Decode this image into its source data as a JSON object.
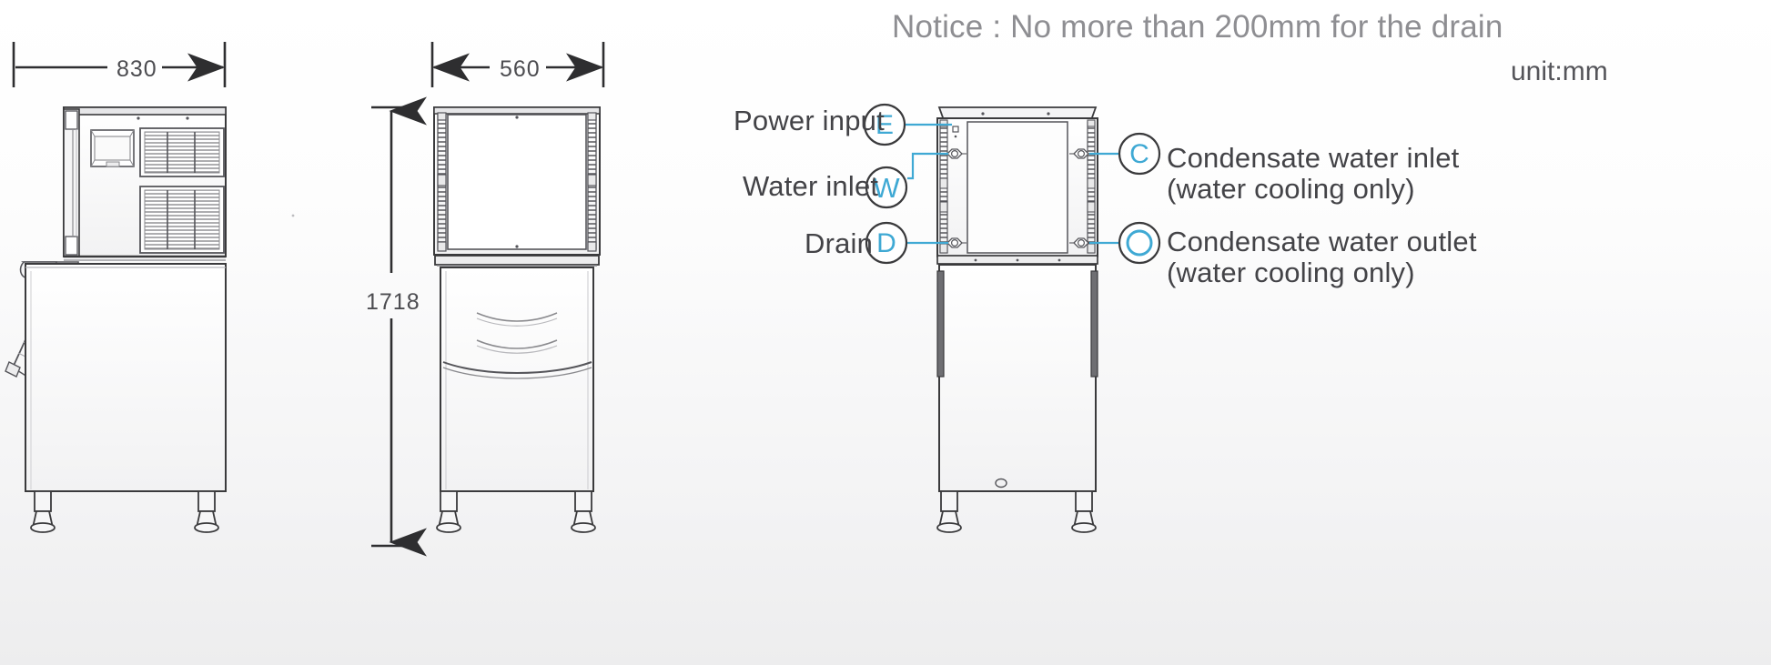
{
  "notice": {
    "text": "Notice : No more than 200mm for the drain"
  },
  "unit_note": {
    "text": "unit:mm"
  },
  "dimensions": {
    "width_side": "830",
    "width_front": "560",
    "height_total": "1718"
  },
  "callouts": {
    "power_input": {
      "label": "Power input",
      "marker": "E"
    },
    "water_inlet": {
      "label": "Water inlet",
      "marker": "W"
    },
    "drain": {
      "label": "Drain",
      "marker": "D"
    },
    "condensate_inlet": {
      "label_line1": "Condensate water inlet",
      "label_line2": "(water cooling only)",
      "marker": "C"
    },
    "condensate_outlet": {
      "label_line1": "Condensate water outlet",
      "label_line2": "(water cooling only)",
      "marker": "O"
    }
  },
  "colors": {
    "accent_blue": "#3fa9d4",
    "line_dark": "#3a3a3c",
    "line_mid": "#7c7c80",
    "line_light": "#b9b9bd",
    "text_gray": "#434347",
    "notice_gray": "#8e8e92",
    "background": "#f4f4f5"
  },
  "views": {
    "side_view": "ice-machine-side-elevation",
    "front_view": "ice-machine-front-elevation",
    "back_view": "ice-machine-back-elevation-with-connections"
  }
}
